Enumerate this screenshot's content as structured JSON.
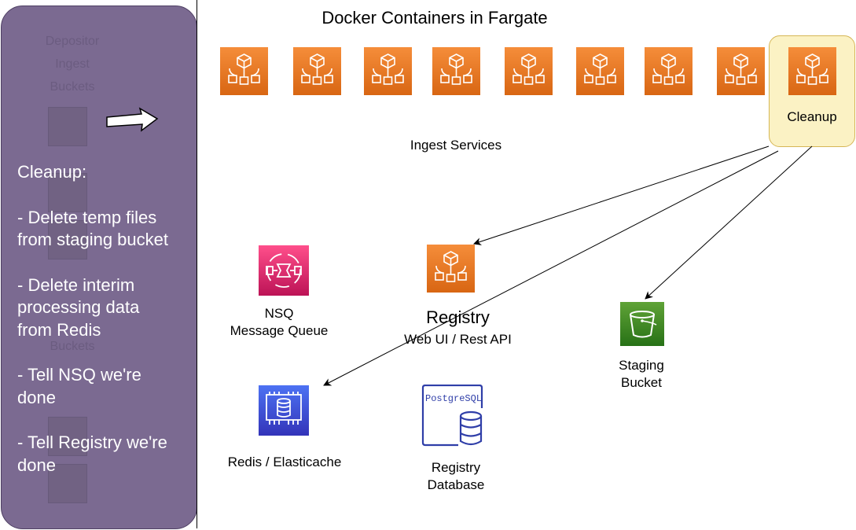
{
  "title": "Docker Containers in Fargate",
  "left_panel": {
    "ghost_labels": [
      "Depositor",
      "Ingest",
      "Buckets",
      "Buckets"
    ],
    "heading": "Cleanup:",
    "lines": [
      "- Delete temp files",
      "from staging bucket",
      "- Delete interim",
      "processing data",
      "from Redis",
      "- Tell NSQ we're",
      "done",
      "- Tell Registry we're",
      "done"
    ]
  },
  "ingest_services_label": "Ingest Services",
  "cleanup_label": "Cleanup",
  "nsq": {
    "line1": "NSQ",
    "line2": "Message Queue"
  },
  "registry": {
    "title": "Registry",
    "subtitle": "Web UI / Rest API"
  },
  "staging": {
    "line1": "Staging",
    "line2": "Bucket"
  },
  "redis": {
    "label": "Redis / Elasticache"
  },
  "postgres": {
    "logo_text": "PostgreSQL",
    "line1": "Registry",
    "line2": "Database"
  },
  "icons": {
    "container": "fargate-container-icon",
    "nsq": "message-queue-icon",
    "redis": "elasticache-icon",
    "bucket": "s3-bucket-icon",
    "postgres": "postgresql-icon"
  },
  "colors": {
    "panel": "#7b6a91",
    "container_orange": "#e7711b",
    "nsq_pink": "#e7157b",
    "redis_blue": "#3f51e0",
    "bucket_green": "#3f8624",
    "postgres_blue": "#2f3ea8",
    "cleanup_fill": "#fbf2c4"
  }
}
